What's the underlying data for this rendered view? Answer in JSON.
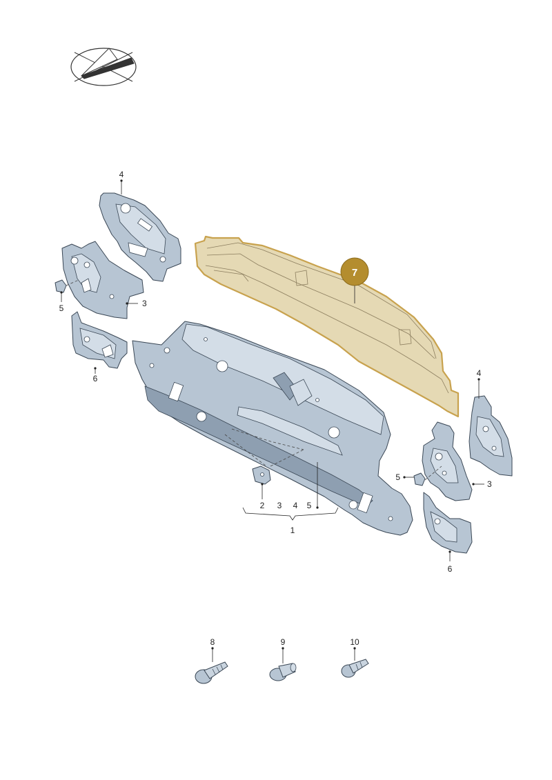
{
  "diagram": {
    "highlight_color": "#c8a24e",
    "callout_fill": "#b48d2e",
    "part_color": "#b7c5d3",
    "labels": {
      "p1": "1",
      "p2": "2",
      "p3": "3",
      "p4": "4",
      "p5": "5",
      "p6": "6",
      "p7": "7",
      "p8": "8",
      "p9": "9",
      "p10": "10"
    }
  }
}
